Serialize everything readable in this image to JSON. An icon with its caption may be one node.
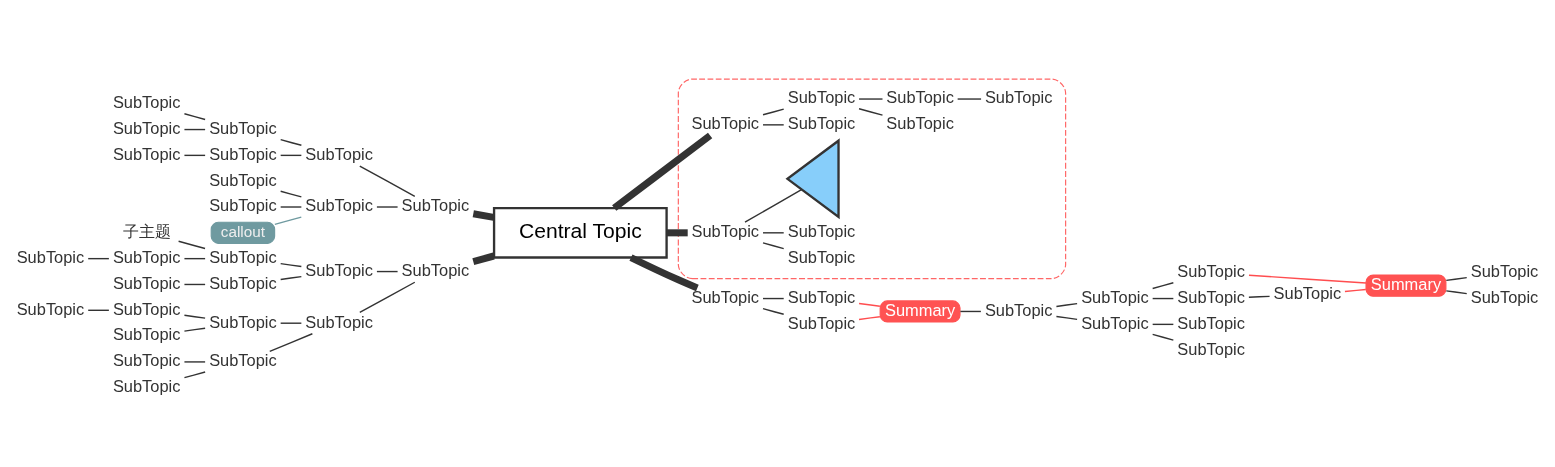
{
  "diagram": {
    "nodes": [
      {
        "text": [
          "Central Topic"
        ]
      },
      {
        "text": [
          "SubTopic"
        ]
      },
      {
        "text": [
          "SubTopic"
        ]
      },
      {
        "text": [
          "SubTopic"
        ]
      },
      {
        "text": [
          "SubTopic"
        ]
      },
      {
        "text": [
          "SubTopic"
        ]
      },
      {
        "text": [
          "SubTopic"
        ]
      },
      {
        "text": [
          "SubTopic"
        ]
      },
      {
        "text": [
          "SubTopic"
        ]
      },
      {
        "text": [
          "SubTopic"
        ]
      },
      {
        "text": [
          "SubTopic"
        ]
      },
      {
        "text": [
          "callout"
        ]
      },
      {
        "text": [
          "SubTopic"
        ]
      },
      {
        "text": [
          "SubTopic"
        ]
      },
      {
        "text": [
          "SubTopic"
        ]
      },
      {
        "text": [
          "子主题"
        ]
      },
      {
        "text": [
          "SubTopic"
        ]
      },
      {
        "text": [
          "SubTopic"
        ]
      },
      {
        "text": [
          "SubTopic"
        ]
      },
      {
        "text": [
          "SubTopic"
        ]
      },
      {
        "text": [
          "SubTopic"
        ]
      },
      {
        "text": [
          "SubTopic"
        ]
      },
      {
        "text": [
          "SubTopic"
        ]
      },
      {
        "text": [
          "SubTopic"
        ]
      },
      {
        "text": [
          "SubTopic"
        ]
      },
      {
        "text": [
          "SubTopic"
        ]
      },
      {
        "text": [
          "SubTopic"
        ]
      },
      {
        "text": [
          "SubTopic"
        ]
      },
      {
        "text": [],
        "shape": "box"
      },
      {
        "text": [
          "SubTopic"
        ],
        "in": 28
      },
      {
        "text": [
          "SubTopic"
        ],
        "in": 28
      },
      {
        "text": [
          "SubTopic"
        ],
        "in": 28
      },
      {
        "text": [
          "SubTopic"
        ],
        "in": 28
      },
      {
        "text": [
          "SubTopic"
        ],
        "in": 28
      },
      {
        "text": [
          "SubTopic"
        ],
        "in": 28
      },
      {
        "text": [
          "SubTopic"
        ],
        "in": 28
      },
      {
        "text": [
          "SubTopic"
        ],
        "in": 28
      },
      {
        "text": [
          "SubTopic"
        ],
        "in": 28
      },
      {
        "text": [],
        "shape": "triangle",
        "in": 28
      },
      {
        "text": [
          "SubTopic"
        ]
      },
      {
        "text": [
          "SubTopic"
        ]
      },
      {
        "text": [
          "SubTopic"
        ]
      },
      {
        "text": [
          "Summary"
        ]
      },
      {
        "text": [
          "SubTopic"
        ]
      },
      {
        "text": [
          "SubTopic"
        ]
      },
      {
        "text": [
          "SubTopic"
        ]
      },
      {
        "text": [
          "SubTopic"
        ]
      },
      {
        "text": [
          "SubTopic"
        ]
      },
      {
        "text": [
          "SubTopic"
        ]
      },
      {
        "text": [
          "SubTopic"
        ]
      },
      {
        "text": [
          "SubTopic"
        ]
      },
      {
        "text": [
          "Summary"
        ]
      },
      {
        "text": [
          "SubTopic"
        ]
      },
      {
        "text": [
          "SubTopic"
        ]
      }
    ],
    "edges": [
      {
        "from": 0,
        "to": 1,
        "arrow": "none",
        "style": "thick"
      },
      {
        "from": 1,
        "to": 2,
        "arrow": "none"
      },
      {
        "from": 1,
        "to": 8,
        "arrow": "none"
      },
      {
        "from": 2,
        "to": 3,
        "arrow": "none"
      },
      {
        "from": 2,
        "to": 6,
        "arrow": "none"
      },
      {
        "from": 3,
        "to": 4,
        "arrow": "none"
      },
      {
        "from": 3,
        "to": 5,
        "arrow": "none"
      },
      {
        "from": 6,
        "to": 7,
        "arrow": "none"
      },
      {
        "from": 8,
        "to": 9,
        "arrow": "none"
      },
      {
        "from": 8,
        "to": 10,
        "arrow": "none"
      },
      {
        "from": 8,
        "to": 11,
        "arrow": "none",
        "color": "#6f9aa0"
      },
      {
        "from": 0,
        "to": 12,
        "arrow": "none",
        "style": "thick"
      },
      {
        "from": 12,
        "to": 13,
        "arrow": "none"
      },
      {
        "from": 12,
        "to": 20,
        "arrow": "none"
      },
      {
        "from": 13,
        "to": 14,
        "arrow": "none"
      },
      {
        "from": 13,
        "to": 18,
        "arrow": "none"
      },
      {
        "from": 14,
        "to": 15,
        "arrow": "none"
      },
      {
        "from": 14,
        "to": 16,
        "arrow": "none"
      },
      {
        "from": 16,
        "to": 17,
        "arrow": "none"
      },
      {
        "from": 18,
        "to": 19,
        "arrow": "none"
      },
      {
        "from": 20,
        "to": 21,
        "arrow": "none"
      },
      {
        "from": 20,
        "to": 25,
        "arrow": "none"
      },
      {
        "from": 21,
        "to": 22,
        "arrow": "none"
      },
      {
        "from": 21,
        "to": 24,
        "arrow": "none"
      },
      {
        "from": 22,
        "to": 23,
        "arrow": "none"
      },
      {
        "from": 25,
        "to": 26,
        "arrow": "none"
      },
      {
        "from": 25,
        "to": 27,
        "arrow": "none"
      },
      {
        "from": 0,
        "to": 29,
        "arrow": "none",
        "style": "thick"
      },
      {
        "from": 29,
        "to": 30,
        "arrow": "none"
      },
      {
        "from": 29,
        "to": 31,
        "arrow": "none"
      },
      {
        "from": 31,
        "to": 32,
        "arrow": "none"
      },
      {
        "from": 31,
        "to": 33,
        "arrow": "none"
      },
      {
        "from": 33,
        "to": 34,
        "arrow": "none"
      },
      {
        "from": 0,
        "to": 35,
        "arrow": "none",
        "style": "thick"
      },
      {
        "from": 35,
        "to": 36,
        "arrow": "none"
      },
      {
        "from": 35,
        "to": 37,
        "arrow": "none"
      },
      {
        "from": 35,
        "to": 38,
        "arrow": "none"
      },
      {
        "from": 0,
        "to": 39,
        "arrow": "none",
        "style": "thick"
      },
      {
        "from": 39,
        "to": 40,
        "arrow": "none"
      },
      {
        "from": 39,
        "to": 41,
        "arrow": "none"
      },
      {
        "from": 40,
        "to": 42,
        "arrow": "none",
        "color": "#ff4d4f"
      },
      {
        "from": 41,
        "to": 42,
        "arrow": "none",
        "color": "#ff4d4f"
      },
      {
        "from": 42,
        "to": 43,
        "arrow": "none"
      },
      {
        "from": 43,
        "to": 44,
        "arrow": "none"
      },
      {
        "from": 43,
        "to": 48,
        "arrow": "none"
      },
      {
        "from": 44,
        "to": 45,
        "arrow": "none"
      },
      {
        "from": 44,
        "to": 46,
        "arrow": "none"
      },
      {
        "from": 46,
        "to": 47,
        "arrow": "none"
      },
      {
        "from": 48,
        "to": 49,
        "arrow": "none"
      },
      {
        "from": 48,
        "to": 50,
        "arrow": "none"
      },
      {
        "from": 45,
        "to": 51,
        "arrow": "none",
        "color": "#ff4d4f"
      },
      {
        "from": 47,
        "to": 51,
        "arrow": "none",
        "color": "#ff4d4f"
      },
      {
        "from": 51,
        "to": 52,
        "arrow": "none"
      },
      {
        "from": 51,
        "to": 53,
        "arrow": "none"
      }
    ]
  }
}
